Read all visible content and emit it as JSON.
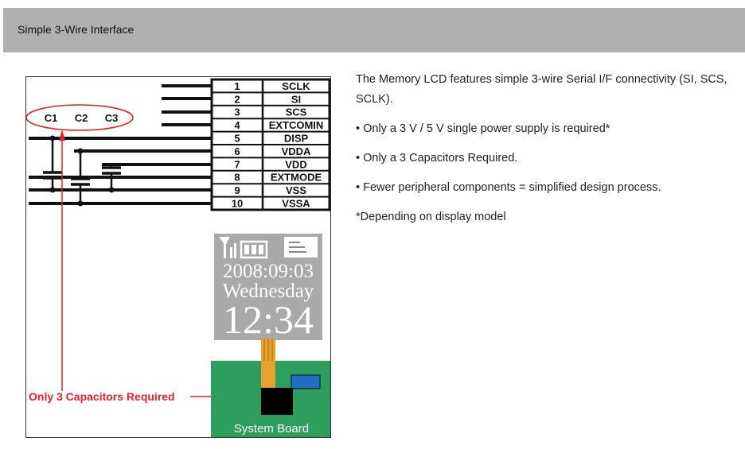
{
  "header": {
    "title": "Simple 3-Wire Interface"
  },
  "diagram": {
    "pins": [
      {
        "num": "1",
        "label": "SCLK"
      },
      {
        "num": "2",
        "label": "SI"
      },
      {
        "num": "3",
        "label": "SCS"
      },
      {
        "num": "4",
        "label": "EXTCOMIN"
      },
      {
        "num": "5",
        "label": "DISP"
      },
      {
        "num": "6",
        "label": "VDDA"
      },
      {
        "num": "7",
        "label": "VDD"
      },
      {
        "num": "8",
        "label": "EXTMODE"
      },
      {
        "num": "9",
        "label": "VSS"
      },
      {
        "num": "10",
        "label": "VSSA"
      }
    ],
    "capacitors": [
      "C1",
      "C2",
      "C3"
    ],
    "display": {
      "date": "2008:09:03",
      "day": "Wednesday",
      "time": "12:34"
    },
    "callout": "Only 3 Capacitors Required",
    "board_label": "System Board",
    "colors": {
      "callout_red": "#e3202a",
      "board_green": "#2e9e5f",
      "screen_gray": "#a9a9a9",
      "flex_orange": "#e8a12c",
      "chip_blue": "#1f6fc4"
    }
  },
  "description": {
    "intro": "The Memory LCD features simple 3-wire Serial I/F connectivity (SI, SCS, SCLK).",
    "bullets": [
      "Only a 3 V / 5 V single power supply is required*",
      "Only a 3 Capacitors Required.",
      "Fewer peripheral components = simplified design process."
    ],
    "footnote": "*Depending on display model"
  }
}
